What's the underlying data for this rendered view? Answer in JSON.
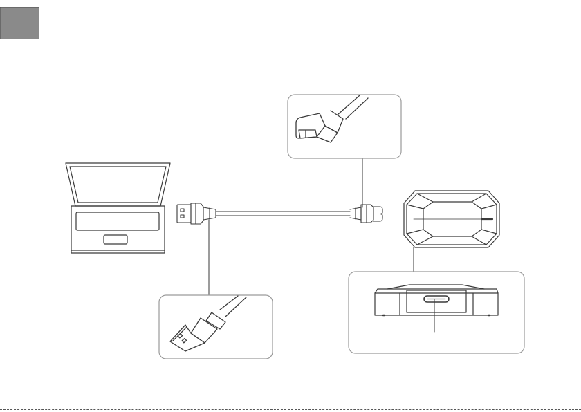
{
  "colors": {
    "tab_fill": "#8a8a8a",
    "tab_edge": "#4a4a4a",
    "line": "#3a3a3a",
    "callout_border": "#9a9a9a",
    "callout_fill": "#ffffff",
    "background": "#ffffff"
  },
  "icons": {
    "laptop": "laptop-icon",
    "cable": "usb-cable-icon",
    "drive": "portable-hard-drive-icon",
    "usb_a_plug": "usb-a-plug-icon",
    "micro_b_plug": "usb3-micro-b-plug-icon",
    "drive_port": "usb3-micro-b-port-icon"
  },
  "diagram": {
    "components": [
      "laptop",
      "usb-cable",
      "external-drive"
    ],
    "callouts": [
      "micro-b-connector-detail",
      "usb-a-connector-detail",
      "drive-port-detail"
    ]
  }
}
